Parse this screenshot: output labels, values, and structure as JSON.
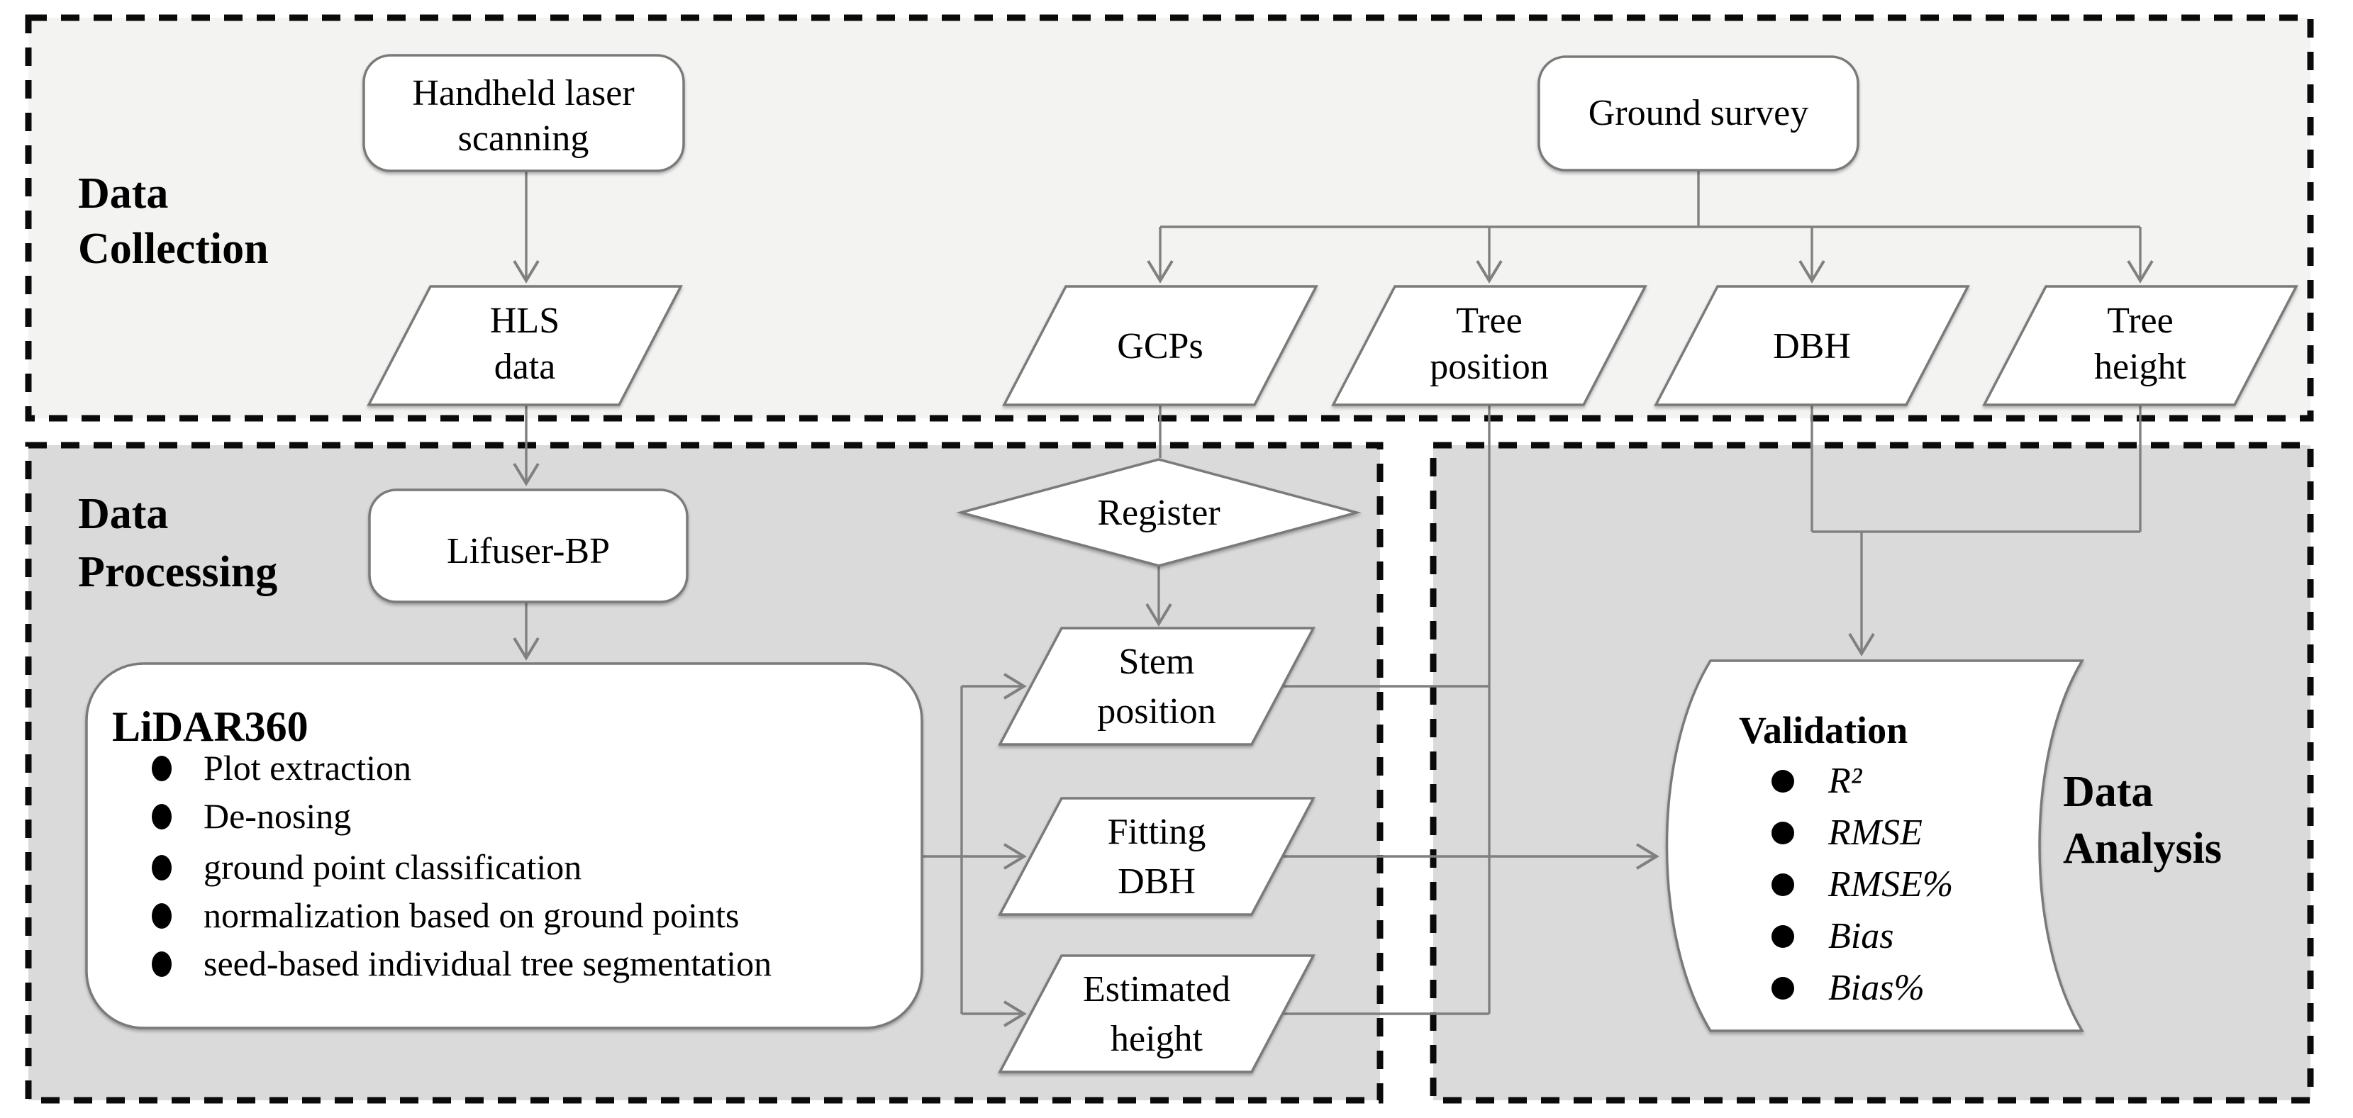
{
  "figure": {
    "type": "flowchart",
    "description": "Workflow diagram with three dashed panels: Data Collection, Data Processing, Data Analysis"
  },
  "sections": {
    "collection": {
      "line1": "Data",
      "line2": "Collection"
    },
    "processing": {
      "line1": "Data",
      "line2": "Processing"
    },
    "analysis": {
      "line1": "Data",
      "line2": "Analysis"
    }
  },
  "nodes": {
    "handheld": {
      "shape": "rounded-process",
      "line1": "Handheld laser",
      "line2": "scanning"
    },
    "ground_survey": {
      "shape": "rounded-process",
      "label": "Ground survey"
    },
    "hls_data": {
      "shape": "data-parallelogram",
      "line1": "HLS",
      "line2": "data"
    },
    "gcps": {
      "shape": "data-parallelogram",
      "label": "GCPs"
    },
    "tree_position": {
      "shape": "data-parallelogram",
      "line1": "Tree",
      "line2": "position"
    },
    "dbh": {
      "shape": "data-parallelogram",
      "label": "DBH"
    },
    "tree_height": {
      "shape": "data-parallelogram",
      "line1": "Tree",
      "line2": "height"
    },
    "lifuser": {
      "shape": "rounded-process",
      "label": "Lifuser-BP"
    },
    "lidar360": {
      "shape": "rounded-process",
      "title": "LiDAR360",
      "items": [
        "Plot extraction",
        "De-nosing",
        "ground point classification",
        "normalization based on ground points",
        "seed-based individual tree segmentation"
      ]
    },
    "register": {
      "shape": "decision-diamond",
      "label": "Register"
    },
    "stem_position": {
      "shape": "data-parallelogram",
      "line1": "Stem",
      "line2": "position"
    },
    "fitting_dbh": {
      "shape": "data-parallelogram",
      "line1": "Fitting",
      "line2": "DBH"
    },
    "estimated_height": {
      "shape": "data-parallelogram",
      "line1": "Estimated",
      "line2": "height"
    },
    "validation": {
      "shape": "stored-data",
      "title": "Validation",
      "items": [
        "R²",
        "RMSE",
        "RMSE%",
        "Bias",
        "Bias%"
      ]
    }
  },
  "colors": {
    "collection_fill": "#f3f3f1",
    "panel_fill": "#dadada",
    "shape_fill": "#ffffff",
    "shape_stroke": "#7a7a7a",
    "connector": "#808080",
    "border": "#0a0a0a",
    "text": "#000000"
  }
}
